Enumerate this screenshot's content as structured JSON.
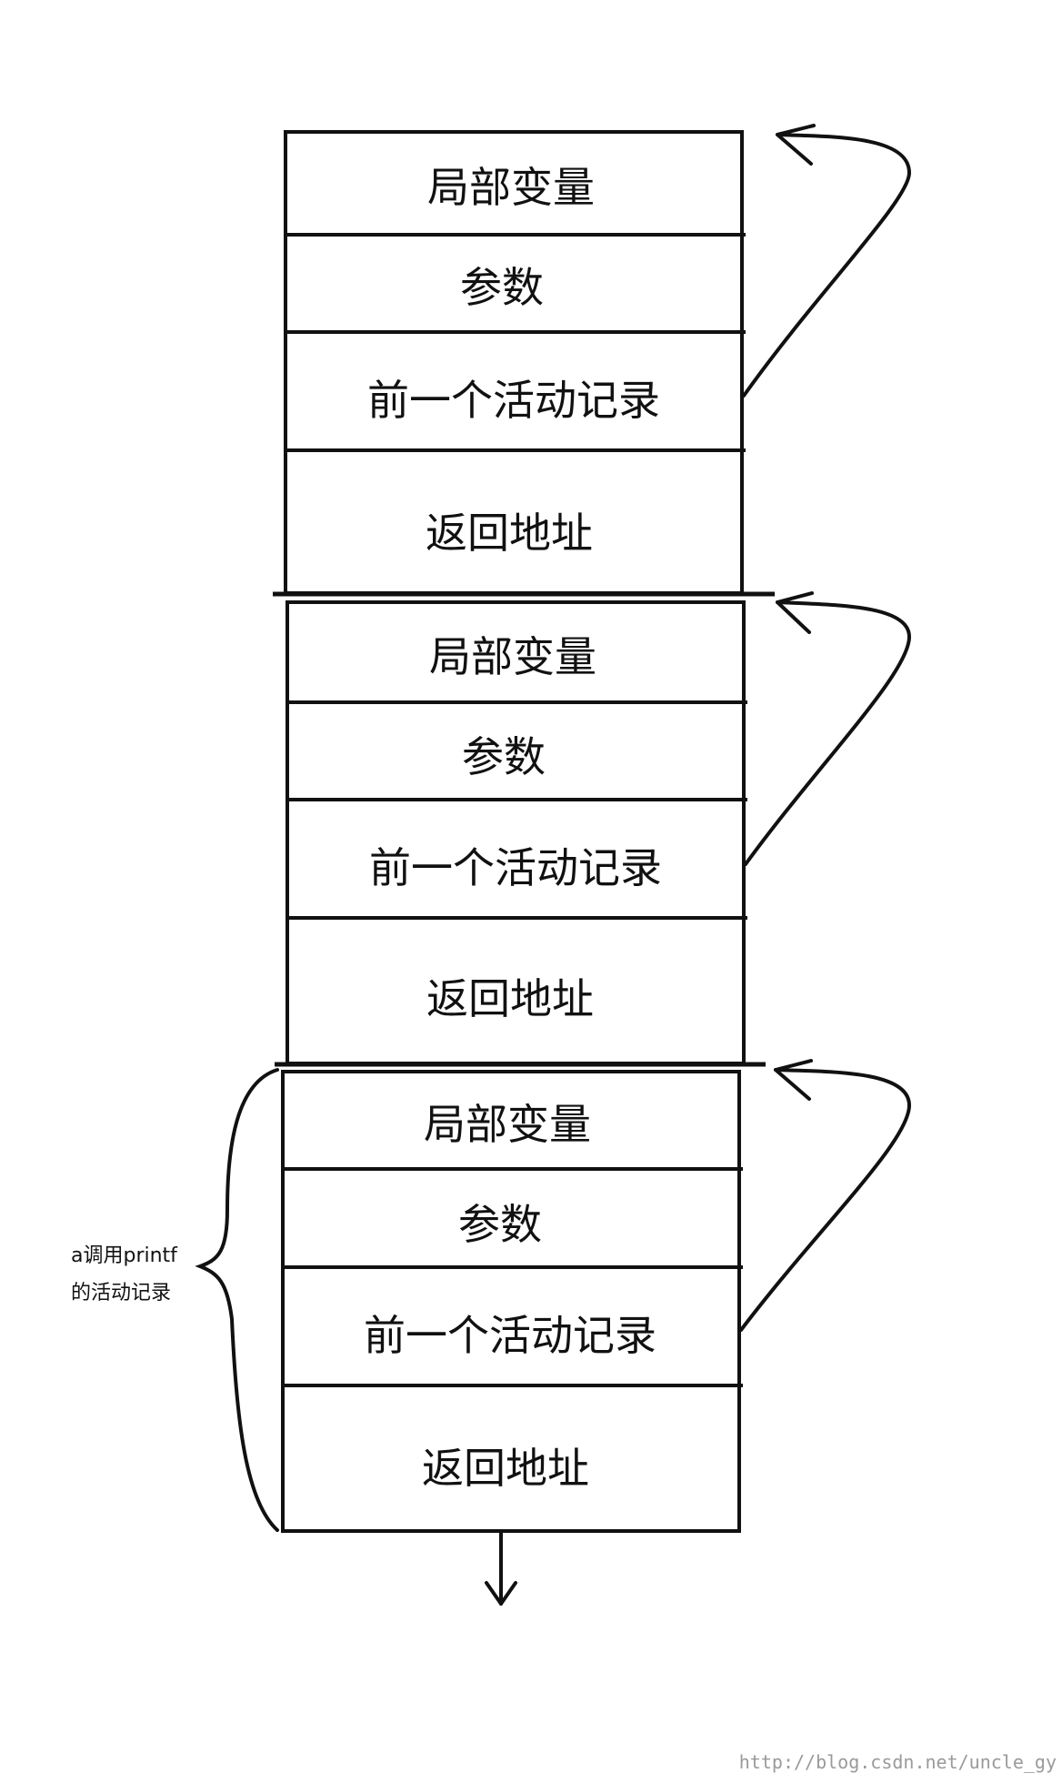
{
  "diagram": {
    "frames": [
      {
        "cells": [
          {
            "label": "局部变量"
          },
          {
            "label": "参数"
          },
          {
            "label": "前一个活动记录"
          },
          {
            "label": "返回地址"
          }
        ]
      },
      {
        "cells": [
          {
            "label": "局部变量"
          },
          {
            "label": "参数"
          },
          {
            "label": "前一个活动记录"
          },
          {
            "label": "返回地址"
          }
        ]
      },
      {
        "cells": [
          {
            "label": "局部变量"
          },
          {
            "label": "参数"
          },
          {
            "label": "前一个活动记录"
          },
          {
            "label": "返回地址"
          }
        ]
      }
    ],
    "brace_label": {
      "line1": "a调用printf",
      "line2": "的活动记录"
    },
    "watermark": "http://blog.csdn.net/uncle_gy",
    "stroke_color": "#111111"
  }
}
